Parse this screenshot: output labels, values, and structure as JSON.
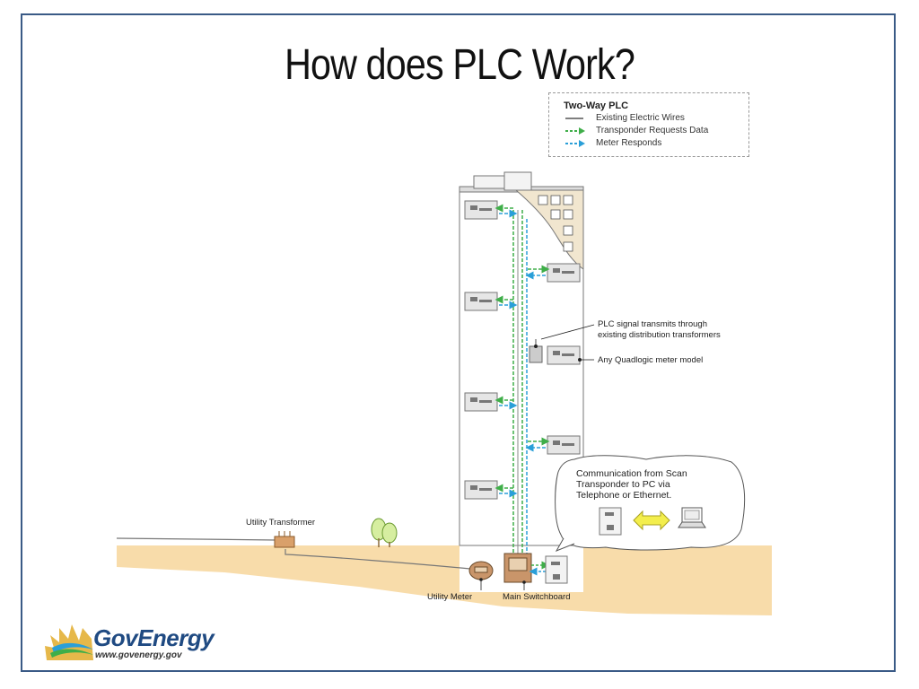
{
  "slide": {
    "title": "How does PLC Work?"
  },
  "legend": {
    "title": "Two-Way PLC",
    "items": [
      {
        "label": "Existing Electric Wires",
        "color": "#555555"
      },
      {
        "label": "Transponder Requests Data",
        "color": "#3fae49"
      },
      {
        "label": "Meter Responds",
        "color": "#2a9fd8"
      }
    ]
  },
  "callouts": {
    "plc_signal_line1": "PLC signal transmits through",
    "plc_signal_line2": "existing distribution transformers",
    "meter_model": "Any Quadlogic meter model",
    "utility_transformer": "Utility Transformer",
    "utility_meter": "Utility Meter",
    "main_switchboard": "Main Switchboard",
    "communication_line1": "Communication from Scan",
    "communication_line2": "Transponder to PC via",
    "communication_line3": "Telephone or Ethernet."
  },
  "logo": {
    "name": "GovEnergy",
    "url": "www.govenergy.gov"
  },
  "colors": {
    "frame": "#3a5a86",
    "ground": "#f8dcaa",
    "green_signal": "#3fae49",
    "blue_signal": "#2a9fd8",
    "arrow_yellow": "#f3ee4c"
  }
}
